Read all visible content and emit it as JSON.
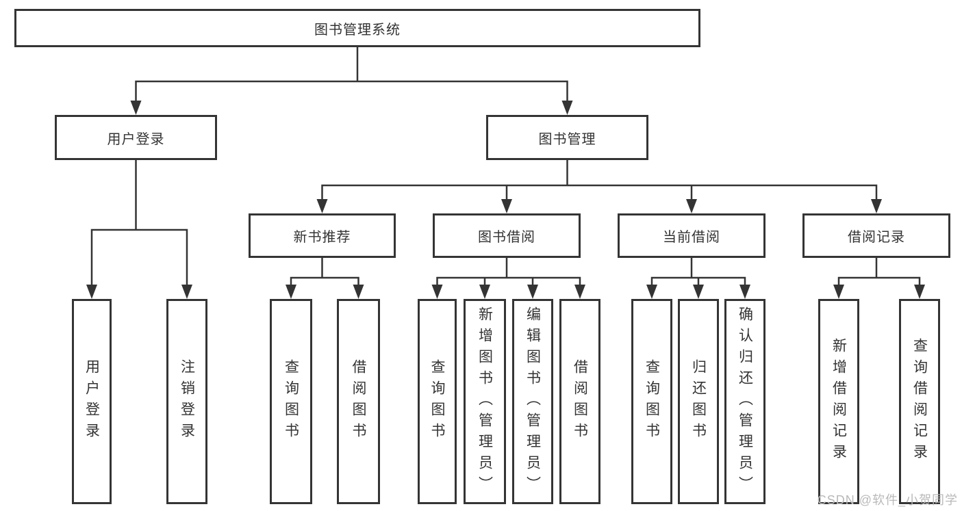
{
  "diagram_type": "hierarchy-tree",
  "tree": {
    "label": "图书管理系统",
    "children": [
      {
        "label": "用户登录",
        "children": [
          {
            "label": "用户登录"
          },
          {
            "label": "注销登录"
          }
        ]
      },
      {
        "label": "图书管理",
        "children": [
          {
            "label": "新书推荐",
            "children": [
              {
                "label": "查询图书"
              },
              {
                "label": "借阅图书"
              }
            ]
          },
          {
            "label": "图书借阅",
            "children": [
              {
                "label": "查询图书"
              },
              {
                "label": "新增图书（管理员）"
              },
              {
                "label": "编辑图书（管理员）"
              },
              {
                "label": "借阅图书"
              }
            ]
          },
          {
            "label": "当前借阅",
            "children": [
              {
                "label": "查询图书"
              },
              {
                "label": "归还图书"
              },
              {
                "label": "确认归还（管理员）"
              }
            ]
          },
          {
            "label": "借阅记录",
            "children": [
              {
                "label": "新增借阅记录"
              },
              {
                "label": "查询借阅记录"
              }
            ]
          }
        ]
      }
    ]
  },
  "watermark": {
    "text": "CSDN @软件_小贺同学"
  },
  "colors": {
    "line": "#343434",
    "box_border": "#343434",
    "text": "#333333",
    "watermark": "#b9b9b9",
    "background": "#ffffff"
  }
}
